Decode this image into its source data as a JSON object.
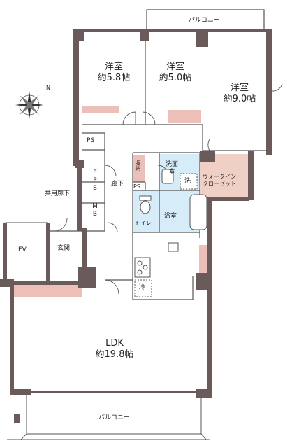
{
  "rooms": {
    "western1": {
      "name": "洋室",
      "size": "約5.8帖"
    },
    "western2": {
      "name": "洋室",
      "size": "約5.0帖"
    },
    "western3": {
      "name": "洋室",
      "size": "約9.0帖"
    },
    "ldk": {
      "name": "LDK",
      "size": "約19.8帖"
    },
    "entrance": "玄関",
    "hallway": "廊下",
    "common_hallway": "共用廊下",
    "ev": "EV",
    "washroom": "洗面室",
    "bathroom": "浴室",
    "toilet": "トイレ",
    "walkin_closet": "ウォークイン\nクローゼット",
    "storage": "収納"
  },
  "labels": {
    "balcony_top": "バルコニー",
    "balcony_bottom": "バルコニー",
    "ps_upper": "PS",
    "ps_small": "PS",
    "eps": "EPS",
    "mb": "MB",
    "wash": "洗",
    "fridge": "冷"
  },
  "colors": {
    "wall": "#6b5a5a",
    "wet_area": "#d6ecf8",
    "closet": "#f0cfc5",
    "storage_fill": "#ecc0b8",
    "line": "#555555"
  }
}
